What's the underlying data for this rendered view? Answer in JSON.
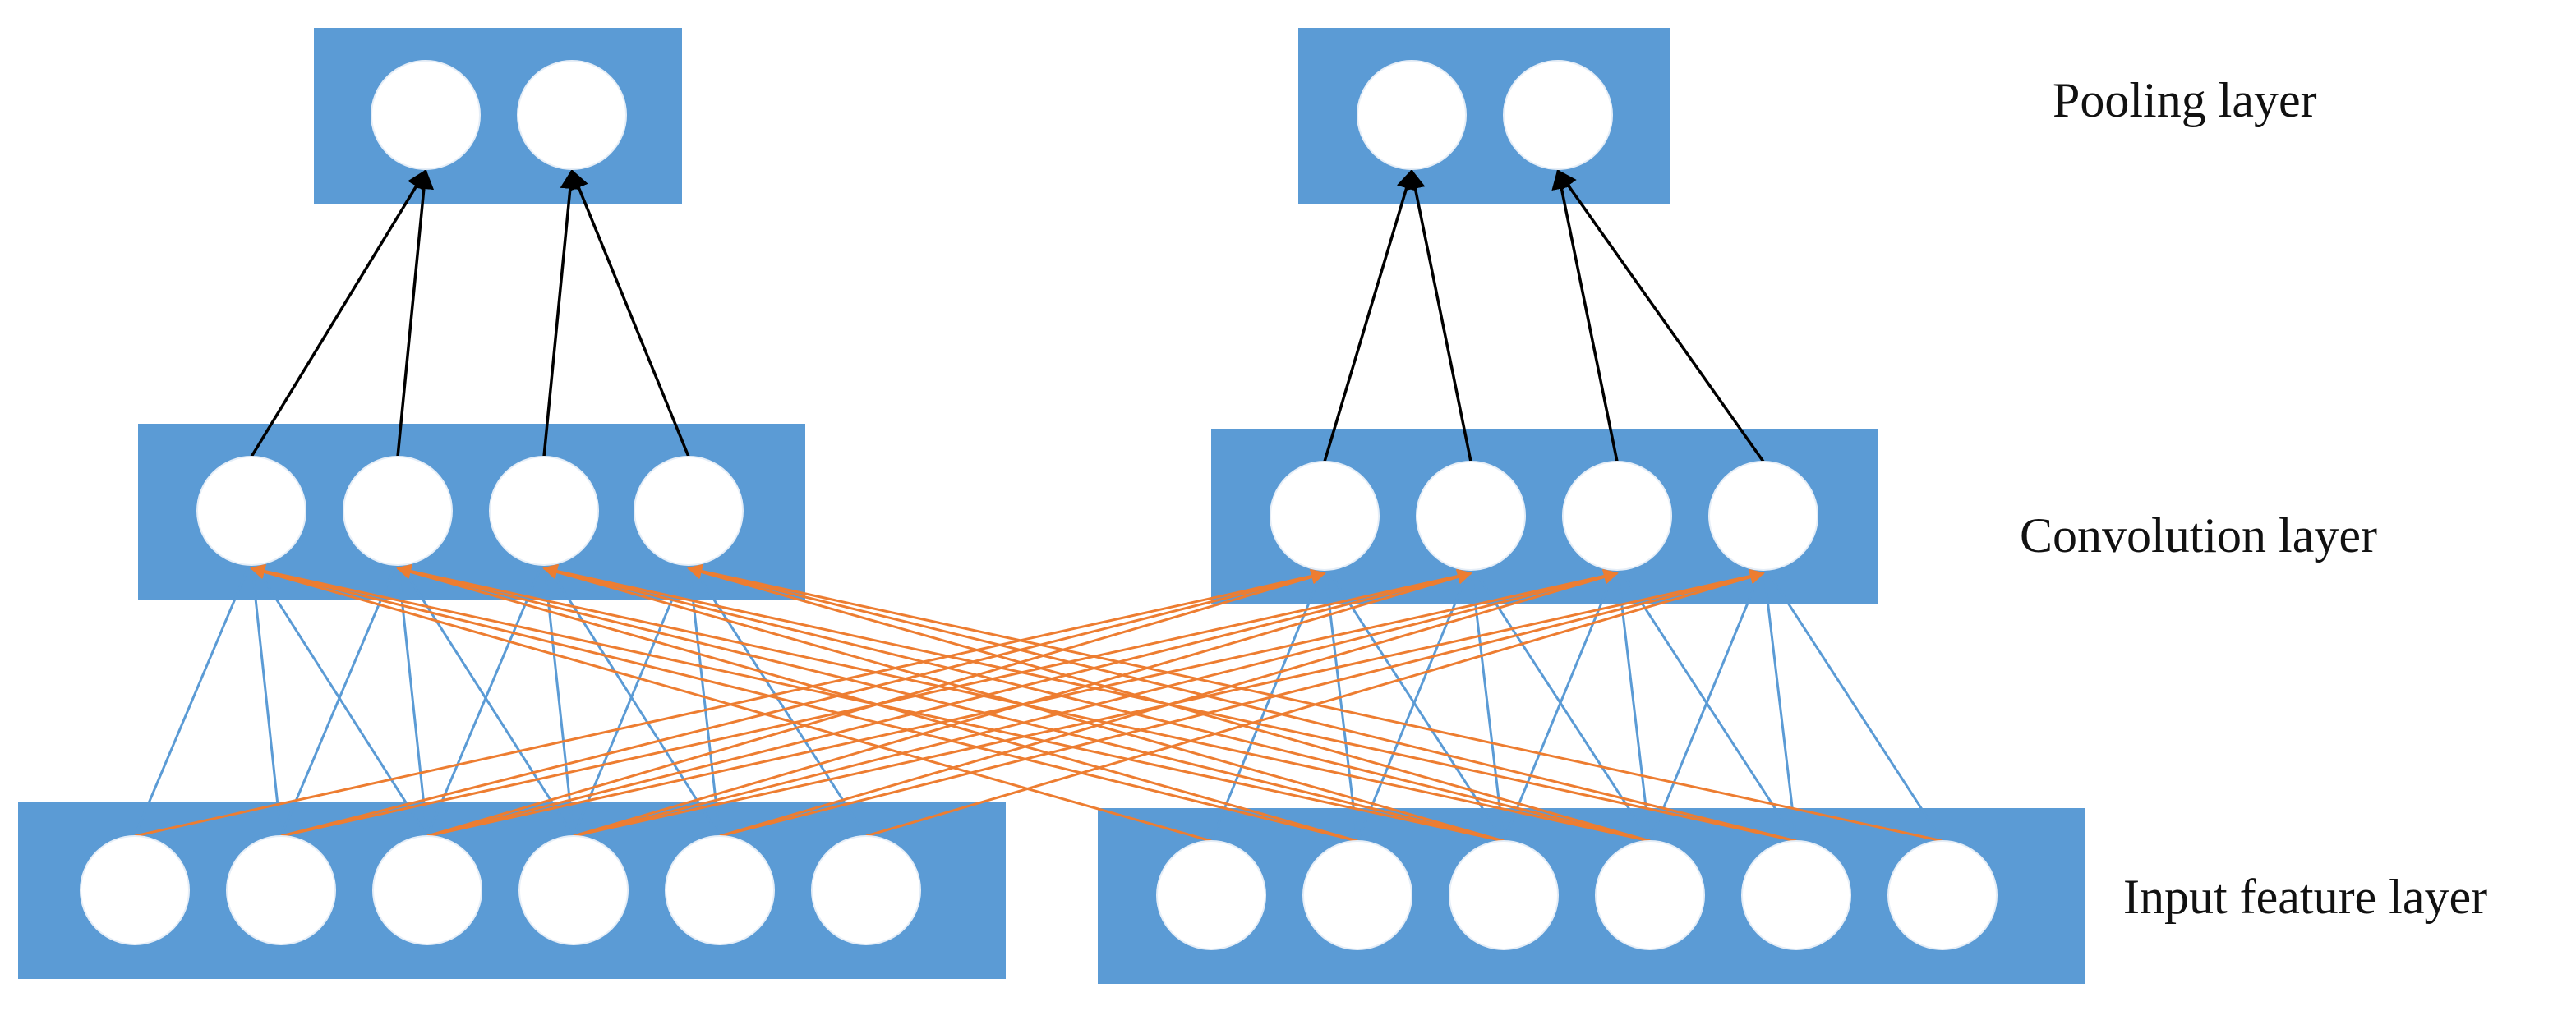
{
  "labels": {
    "pooling": "Pooling layer",
    "convolution": "Convolution layer",
    "input": "Input feature layer"
  },
  "colors": {
    "layer_fill": "#5b9bd5",
    "node_fill": "#ffffff",
    "pool_arrow": "#000000",
    "same_side_link": "#5b9bd5",
    "cross_link": "#ed7d31"
  },
  "nodes": {
    "pooling_per_group": 2,
    "convolution_per_group": 4,
    "input_per_group": 6
  }
}
